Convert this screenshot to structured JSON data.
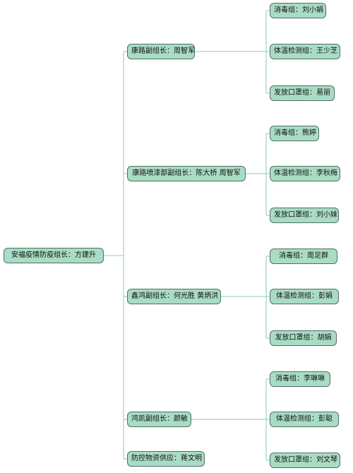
{
  "root": {
    "label": "安福疫情防疫组长：方建升"
  },
  "branches": [
    {
      "label": "康路副组长：周智军",
      "children": [
        {
          "label": "消毒组：刘小娟"
        },
        {
          "label": "体温检测组：王少芝"
        },
        {
          "label": "发放口罩组：易丽"
        }
      ]
    },
    {
      "label": "康路喷漆部副组长：陈大桥 周智军",
      "children": [
        {
          "label": "消毒组：熊婷"
        },
        {
          "label": "体温检测组：李秋梅"
        },
        {
          "label": "发放口罩组：刘小妹"
        }
      ]
    },
    {
      "label": "鑫鸿副组长：何光胜 黄炳洪",
      "children": [
        {
          "label": "消毒组：周足群"
        },
        {
          "label": "体温检测组：彭娟"
        },
        {
          "label": "发放口罩组：胡娟"
        }
      ]
    },
    {
      "label": "鸿凯副组长：颜敏",
      "children": [
        {
          "label": "消毒组：李琳琳"
        },
        {
          "label": "体温检测组：彭聪"
        },
        {
          "label": "发放口罩组：刘文琴"
        }
      ]
    },
    {
      "label": "防控物资供应：蒋文明",
      "children": []
    }
  ]
}
